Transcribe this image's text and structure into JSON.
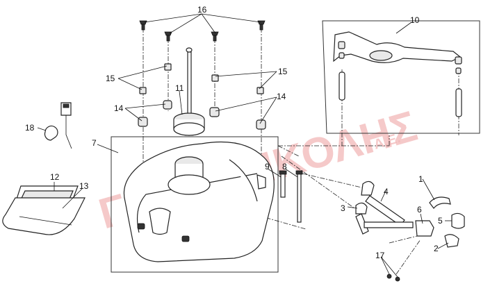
{
  "diagram": {
    "watermark": {
      "text": "ΓΚΟΥΤΖΙΚΟΛΗΣ",
      "suffix": "Α.Ε.",
      "color": "#f2b8b8"
    },
    "callouts": [
      {
        "id": "c1",
        "label": "1"
      },
      {
        "id": "c2",
        "label": "2"
      },
      {
        "id": "c3",
        "label": "3"
      },
      {
        "id": "c4",
        "label": "4"
      },
      {
        "id": "c5",
        "label": "5"
      },
      {
        "id": "c6",
        "label": "6"
      },
      {
        "id": "c7",
        "label": "7"
      },
      {
        "id": "c8",
        "label": "8"
      },
      {
        "id": "c9",
        "label": "9"
      },
      {
        "id": "c10",
        "label": "10"
      },
      {
        "id": "c11",
        "label": "11"
      },
      {
        "id": "c12",
        "label": "12"
      },
      {
        "id": "c13",
        "label": "13"
      },
      {
        "id": "c14a",
        "label": "14"
      },
      {
        "id": "c14b",
        "label": "14"
      },
      {
        "id": "c15a",
        "label": "15"
      },
      {
        "id": "c15b",
        "label": "15"
      },
      {
        "id": "c16",
        "label": "16"
      },
      {
        "id": "c17",
        "label": "17"
      },
      {
        "id": "c18",
        "label": "18"
      }
    ]
  }
}
